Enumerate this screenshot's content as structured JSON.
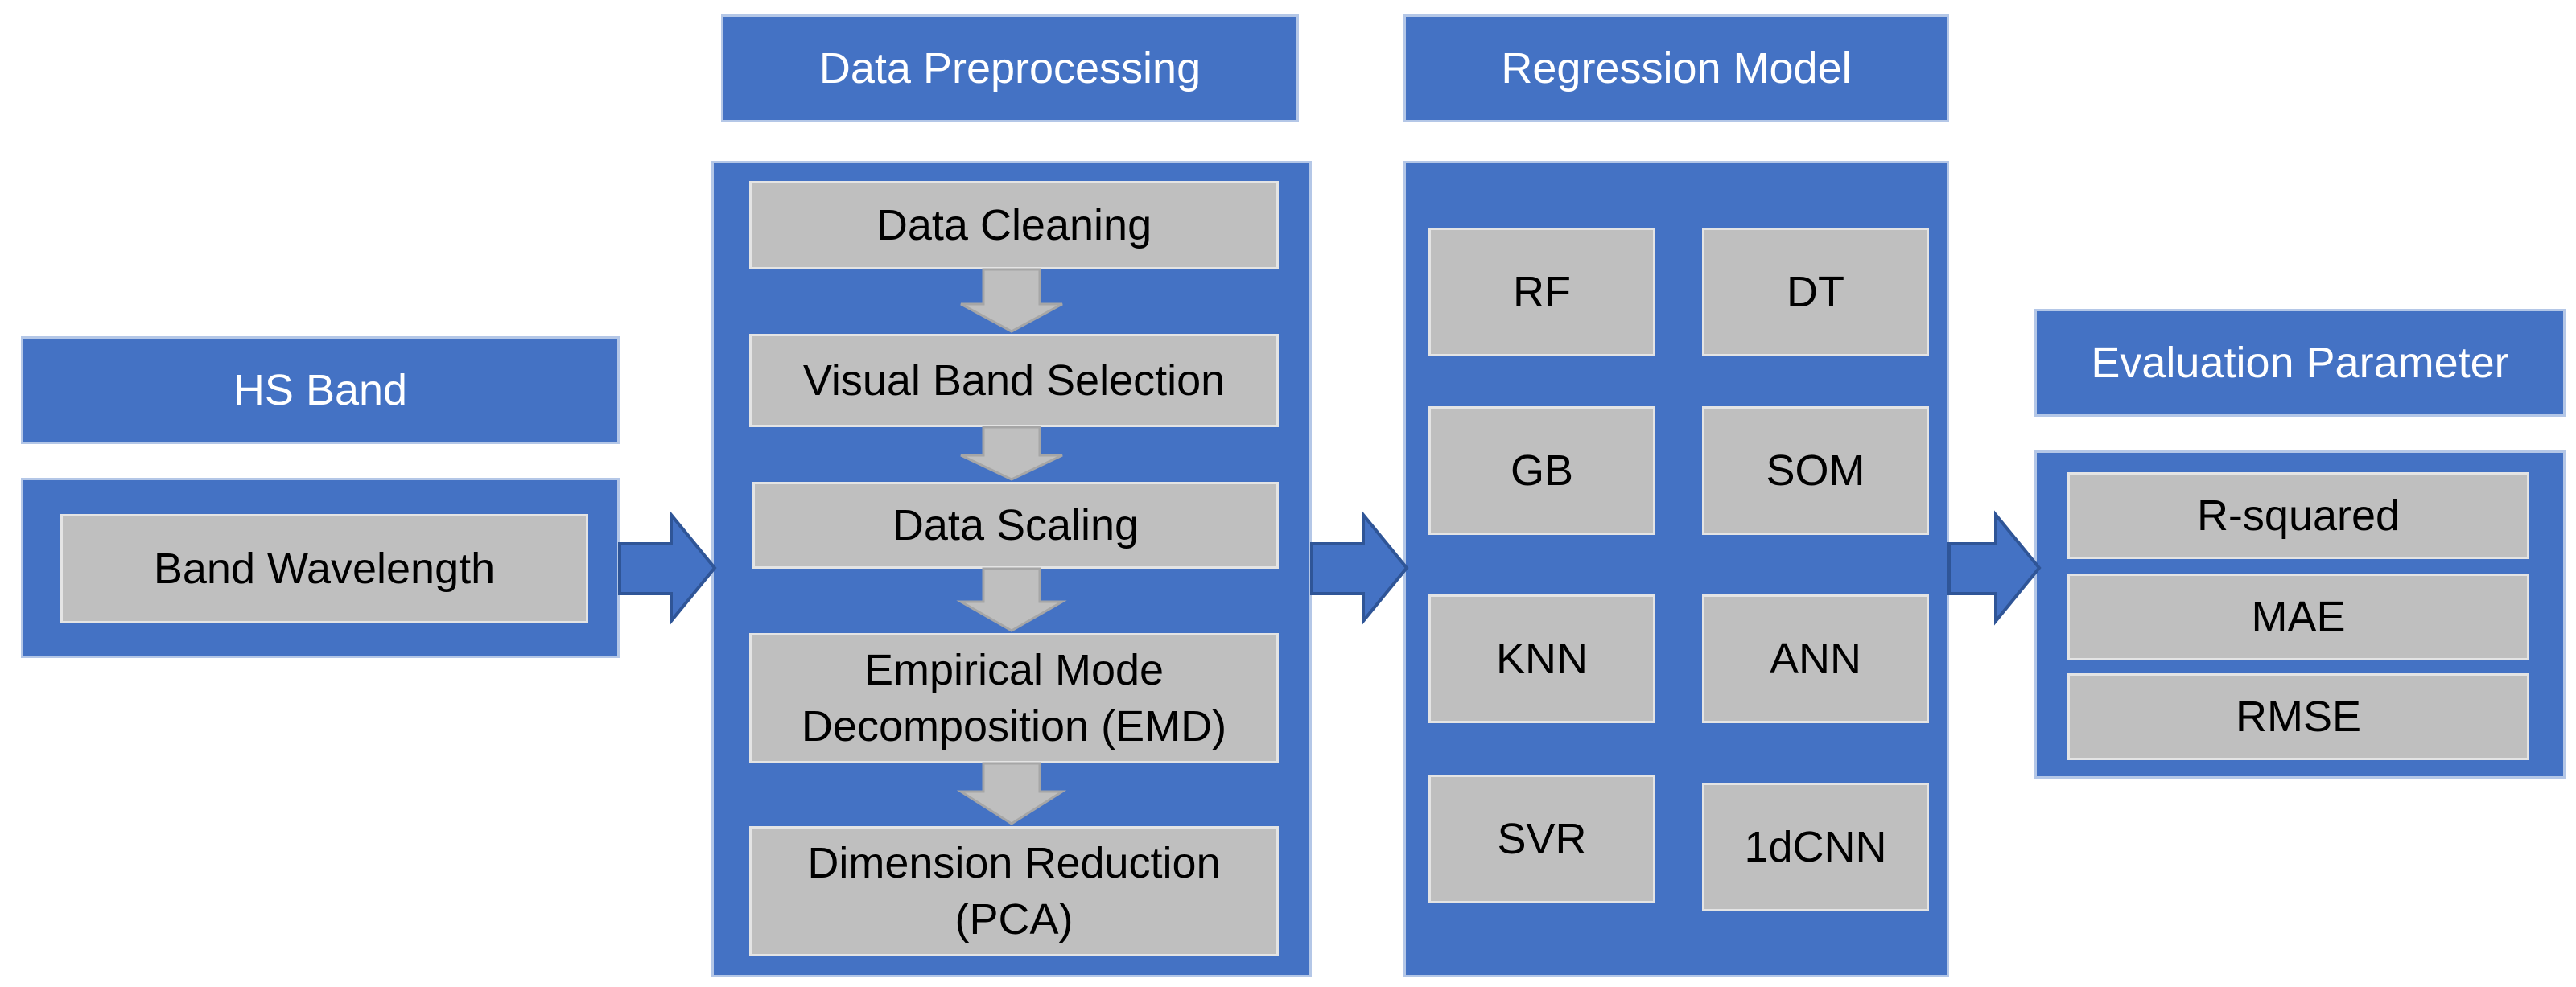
{
  "hs_band": {
    "header": "HS Band",
    "items": [
      "Band Wavelength"
    ]
  },
  "preprocessing": {
    "header": "Data Preprocessing",
    "items": [
      "Data Cleaning",
      "Visual Band Selection",
      "Data Scaling",
      "Empirical Mode Decomposition (EMD)",
      "Dimension Reduction (PCA)"
    ]
  },
  "regression": {
    "header": "Regression Model",
    "models": [
      "RF",
      "DT",
      "GB",
      "SOM",
      "KNN",
      "ANN",
      "SVR",
      "1dCNN"
    ]
  },
  "evaluation": {
    "header": "Evaluation Parameter",
    "items": [
      "R-squared",
      "MAE",
      "RMSE"
    ]
  },
  "colors": {
    "panel": "#4472c4",
    "panel_border": "#b4c7e7",
    "item": "#bfbfbf",
    "item_border": "#e4e4e4",
    "arrow_fill": "#4472c4",
    "arrow_stroke": "#2f5597",
    "down_arrow": "#bfbfbf"
  }
}
